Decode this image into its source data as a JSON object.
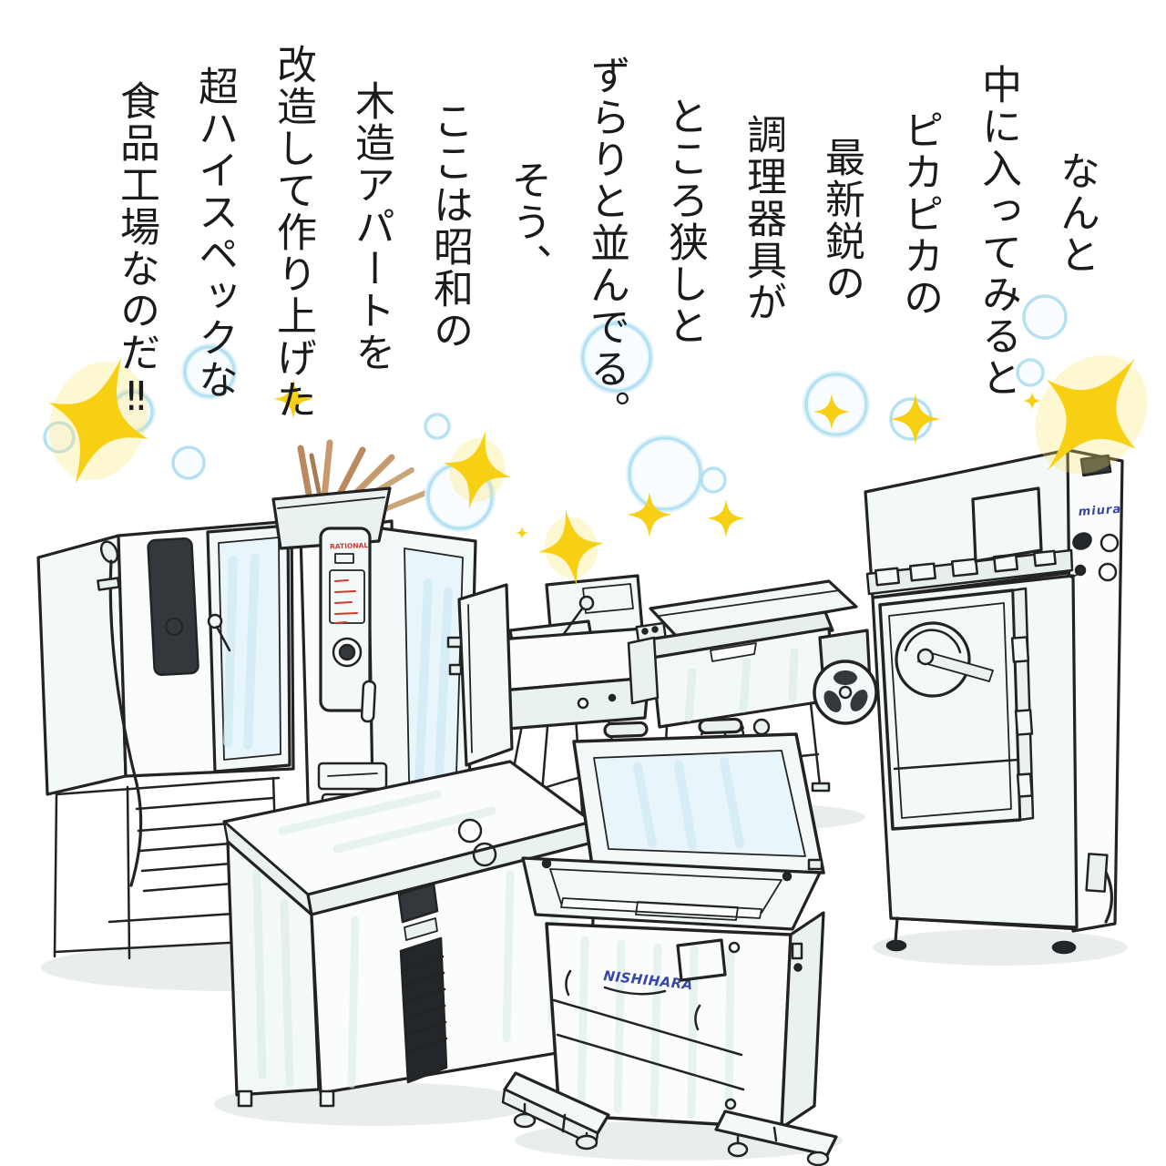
{
  "narration": {
    "lines": [
      "なんと",
      "中に入ってみると",
      "ピカピカの",
      "最新鋭の",
      "調理器具が",
      "ところ狭しと",
      "ずらりと並んでる。",
      "そう、",
      "ここは昭和の",
      "木造アパートを",
      "改造して作り上げた",
      "超ハイスペックな",
      "食品工場なのだ‼"
    ]
  },
  "equipment": {
    "miura_label": "miura",
    "nishihara_label": "NISHIHARA",
    "rational_label": "RATIONAL"
  },
  "colors": {
    "line": "#232323",
    "sparkle": "#f7d014",
    "bubble": "#b5e1f2",
    "logo_blue": "#3946a8",
    "label_red": "#cf3a2c",
    "wood": "#c79a6e",
    "sticker_yellow": "#f7e023",
    "green_item": "#3fd23f",
    "screen_teal": "#c2ecef",
    "gauge_red": "#c4524a",
    "gauge_blue": "#3c55c0"
  }
}
